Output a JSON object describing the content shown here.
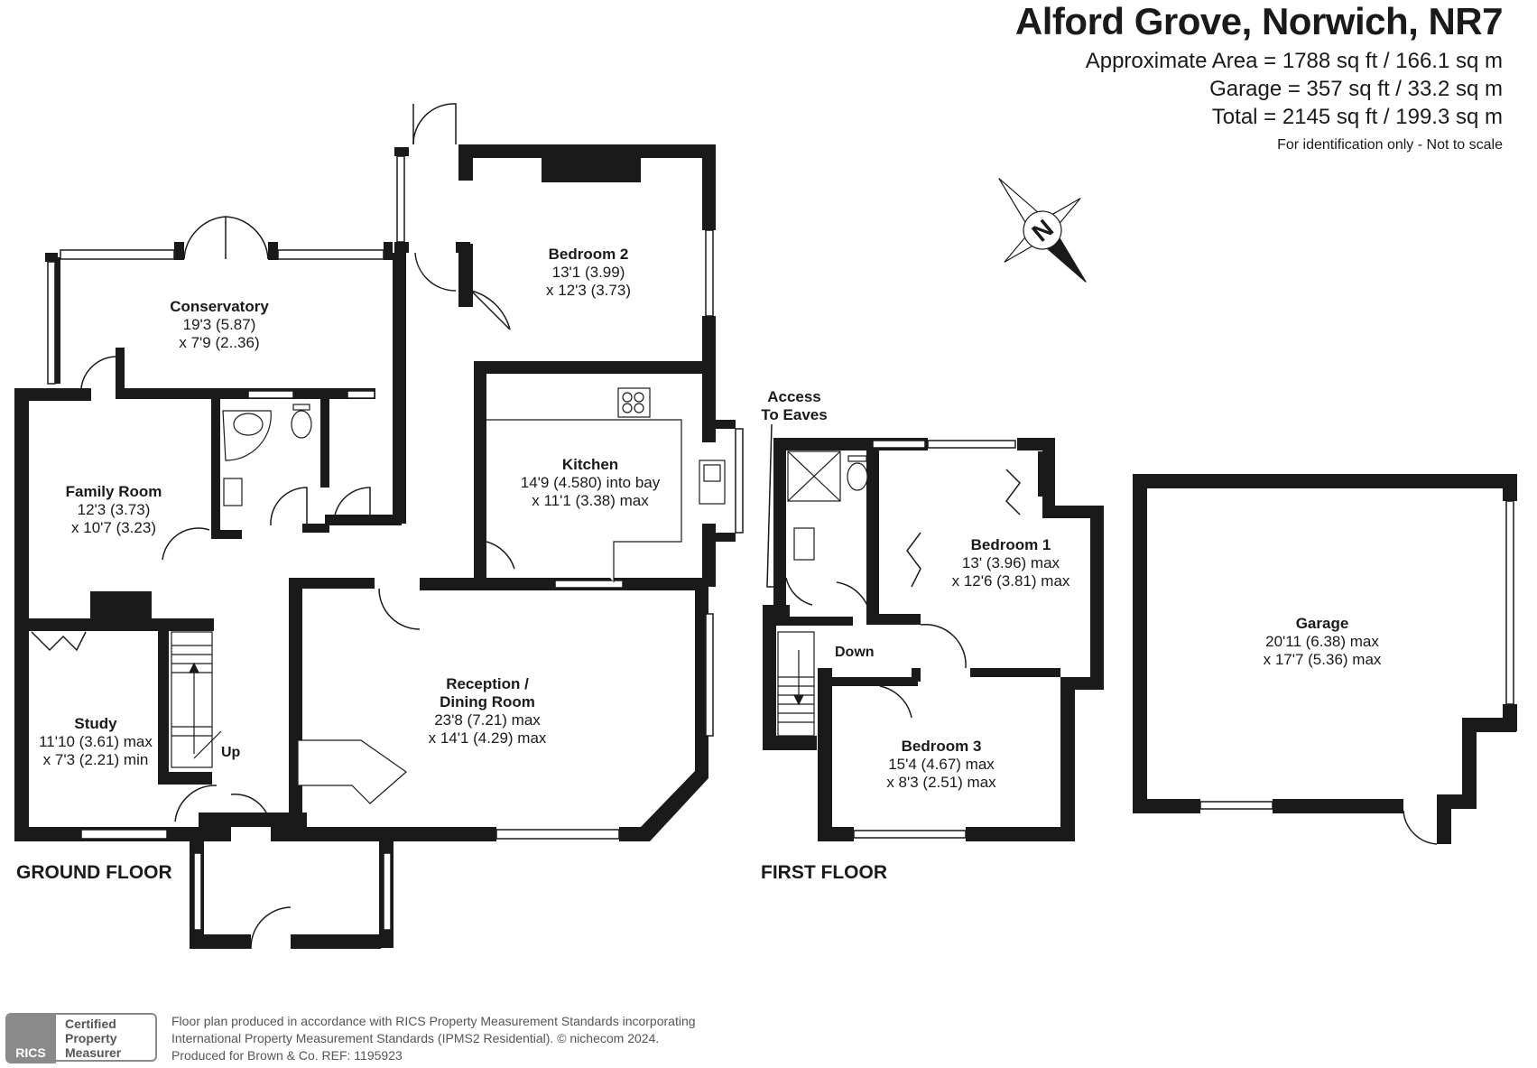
{
  "header": {
    "title": "Alford Grove, Norwich, NR7",
    "area_line": "Approximate Area = 1788 sq ft / 166.1 sq m",
    "garage_line": "Garage = 357 sq ft / 33.2 sq m",
    "total_line": "Total = 2145 sq ft / 199.3 sq m",
    "note": "For identification only - Not to scale"
  },
  "compass": {
    "letter": "N",
    "icon": "compass-rose-icon"
  },
  "floors": {
    "ground": "GROUND FLOOR",
    "first": "FIRST FLOOR"
  },
  "rooms": {
    "conservatory": {
      "name": "Conservatory",
      "dim1": "19'3 (5.87)",
      "dim2": "x 7'9 (2..36)"
    },
    "bedroom2": {
      "name": "Bedroom 2",
      "dim1": "13'1 (3.99)",
      "dim2": "x 12'3 (3.73)"
    },
    "family_room": {
      "name": "Family Room",
      "dim1": "12'3 (3.73)",
      "dim2": "x 10'7 (3.23)"
    },
    "kitchen": {
      "name": "Kitchen",
      "dim1": "14'9 (4.580) into bay",
      "dim2": "x 11'1 (3.38) max"
    },
    "study": {
      "name": "Study",
      "dim1": "11'10 (3.61) max",
      "dim2": "x 7'3 (2.21) min"
    },
    "reception": {
      "name": "Reception /",
      "name2": "Dining Room",
      "dim1": "23'8 (7.21) max",
      "dim2": "x 14'1 (4.29) max"
    },
    "bedroom1": {
      "name": "Bedroom 1",
      "dim1": "13' (3.96) max",
      "dim2": "x 12'6 (3.81) max"
    },
    "bedroom3": {
      "name": "Bedroom 3",
      "dim1": "15'4 (4.67) max",
      "dim2": "x 8'3 (2.51) max"
    },
    "garage": {
      "name": "Garage",
      "dim1": "20'11 (6.38) max",
      "dim2": "x 17'7 (5.36) max"
    }
  },
  "labels": {
    "up": "Up",
    "down": "Down",
    "eaves1": "Access",
    "eaves2": "To Eaves"
  },
  "footer": {
    "line1": "Floor plan produced in accordance with RICS Property Measurement Standards incorporating",
    "line2": "International Property Measurement Standards (IPMS2 Residential).  © nichecom 2024.",
    "line3": "Produced for Brown & Co.   REF: 1195923",
    "rics": "RICS",
    "badge1": "Certified",
    "badge2": "Property",
    "badge3": "Measurer"
  },
  "colors": {
    "wall": "#1a1a1a",
    "text": "#1a1a1a",
    "grey": "#8a8a8a"
  }
}
